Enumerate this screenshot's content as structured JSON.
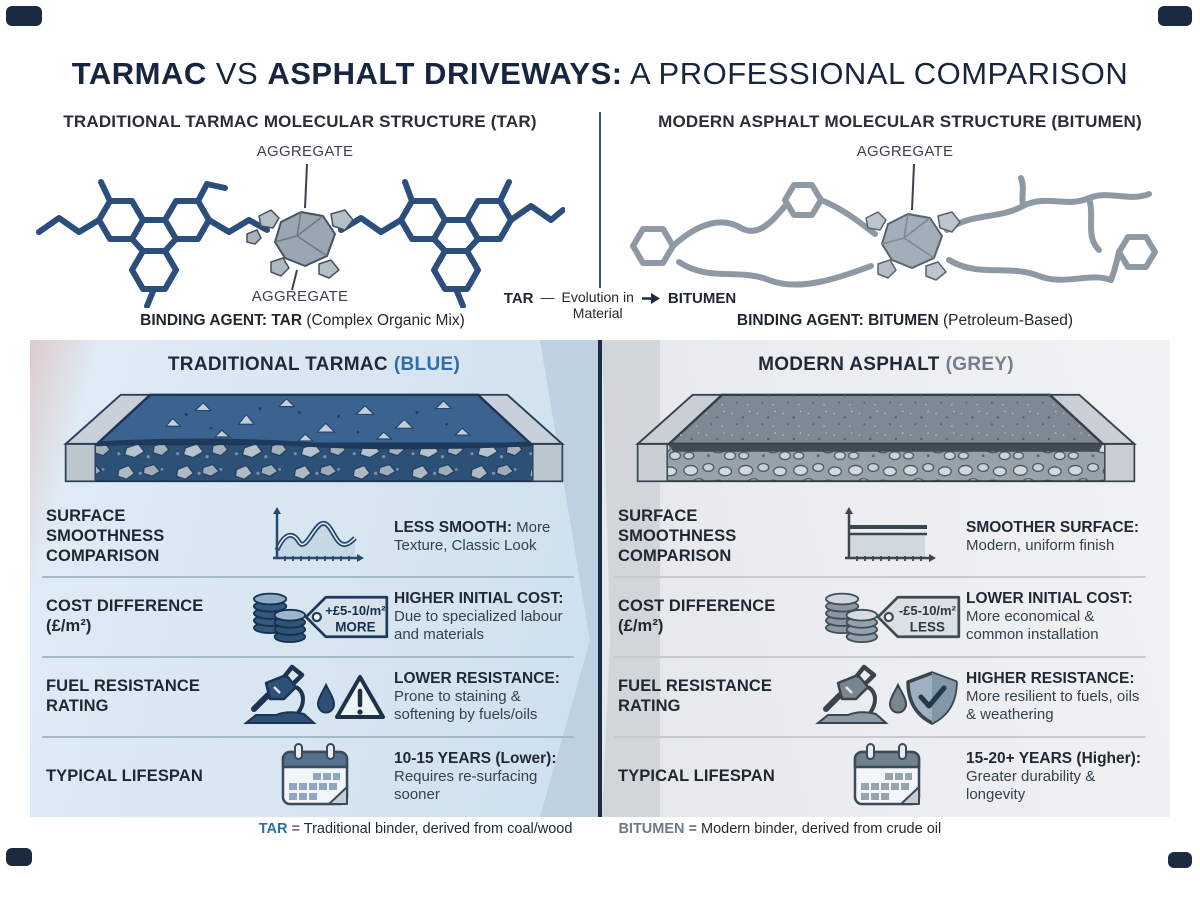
{
  "title": {
    "t1": "TARMAC",
    "t2": " VS ",
    "t3": "ASPHALT DRIVEWAYS:",
    "t4": " A PROFESSIONAL COMPARISON"
  },
  "molecular": {
    "left_heading": "TRADITIONAL TARMAC MOLECULAR STRUCTURE (TAR)",
    "right_heading": "MODERN ASPHALT MOLECULAR STRUCTURE (BITUMEN)",
    "left_aggregate_top": "AGGREGATE",
    "left_aggregate_bottom": "AGGREGATE",
    "right_aggregate": "AGGREGATE",
    "left_binding_bold": "BINDING AGENT: TAR",
    "left_binding_rest": " (Complex Organic Mix)",
    "right_binding_bold": "BINDING AGENT: BITUMEN",
    "right_binding_rest": " (Petroleum-Based)",
    "evolution_from": "TAR",
    "evolution_dash": "—",
    "evolution_line1": "Evolution in",
    "evolution_line2": "Material",
    "evolution_to": "BITUMEN"
  },
  "left_panel": {
    "heading": "TRADITIONAL TARMAC",
    "heading_accent": "(BLUE)",
    "rows": [
      {
        "label": "SURFACE SMOOTHNESS COMPARISON",
        "icon": "wavy-line-chart-icon",
        "desc_bold": "LESS SMOOTH:",
        "desc_rest": " More Texture, Classic Look"
      },
      {
        "label": "COST DIFFERENCE (£/m²)",
        "icon": "coins-price-tag-icon",
        "tag_line1": "+£5-10/m²",
        "tag_line2": "MORE",
        "desc_bold": "HIGHER INITIAL COST:",
        "desc_rest": " Due to specialized labour and materials"
      },
      {
        "label": "FUEL RESISTANCE RATING",
        "icon": "fuel-nozzle-warning-icon",
        "desc_bold": "LOWER RESISTANCE:",
        "desc_rest": " Prone to staining & softening by fuels/oils"
      },
      {
        "label": "TYPICAL LIFESPAN",
        "icon": "calendar-icon",
        "desc_bold": "10-15 YEARS (Lower):",
        "desc_rest": " Requires re-surfacing sooner"
      }
    ]
  },
  "right_panel": {
    "heading": "MODERN ASPHALT",
    "heading_accent": "(GREY)",
    "rows": [
      {
        "label": "SURFACE SMOOTHNESS COMPARISON",
        "icon": "flat-line-chart-icon",
        "desc_bold": "SMOOTHER SURFACE:",
        "desc_rest": " Modern, uniform finish"
      },
      {
        "label": "COST DIFFERENCE (£/m²)",
        "icon": "coins-price-tag-icon",
        "tag_line1": "-£5-10/m²",
        "tag_line2": "LESS",
        "desc_bold": "LOWER INITIAL COST:",
        "desc_rest": " More economical & common installation"
      },
      {
        "label": "FUEL RESISTANCE RATING",
        "icon": "fuel-nozzle-shield-icon",
        "desc_bold": "HIGHER RESISTANCE:",
        "desc_rest": " More resilient to fuels, oils & weathering"
      },
      {
        "label": "TYPICAL LIFESPAN",
        "icon": "calendar-icon",
        "desc_bold": "15-20+ YEARS (Higher):",
        "desc_rest": " Greater durability & longevity"
      }
    ]
  },
  "footer": {
    "tar_term": "TAR",
    "tar_def": " = Traditional binder, derived from coal/wood",
    "bitumen_term": "BITUMEN",
    "bitumen_def": " = Modern binder, derived from crude oil"
  },
  "colors": {
    "navy_text": "#17263f",
    "blue_accent": "#2e6da8",
    "grey_accent": "#747f8a",
    "molecule_blue": "#2b4e7c",
    "molecule_grey": "#8e99a6",
    "left_panel_bg": "#d6e5f1",
    "right_panel_bg": "#ebedf0",
    "divider_navy": "#1c2c44"
  }
}
